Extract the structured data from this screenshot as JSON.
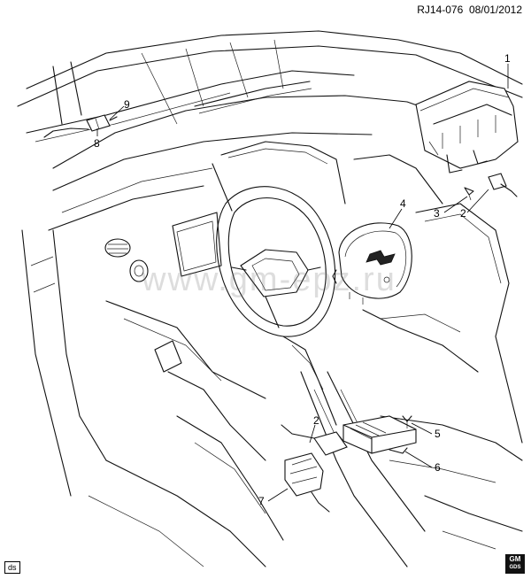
{
  "header": {
    "ref": "RJ14-076",
    "date": "08/01/2012"
  },
  "callouts": [
    {
      "id": "c1",
      "label": "1"
    },
    {
      "id": "c2a",
      "label": "2"
    },
    {
      "id": "c3",
      "label": "3"
    },
    {
      "id": "c4",
      "label": "4"
    },
    {
      "id": "c2b",
      "label": "2"
    },
    {
      "id": "c5",
      "label": "5"
    },
    {
      "id": "c6",
      "label": "6"
    },
    {
      "id": "c7",
      "label": "7"
    },
    {
      "id": "c8",
      "label": "8"
    },
    {
      "id": "c9",
      "label": "9"
    }
  ],
  "footer": {
    "ds": "ds",
    "logo_line1": "GM",
    "logo_line2": "GDS"
  },
  "watermark": "www.gm-epz.ru"
}
